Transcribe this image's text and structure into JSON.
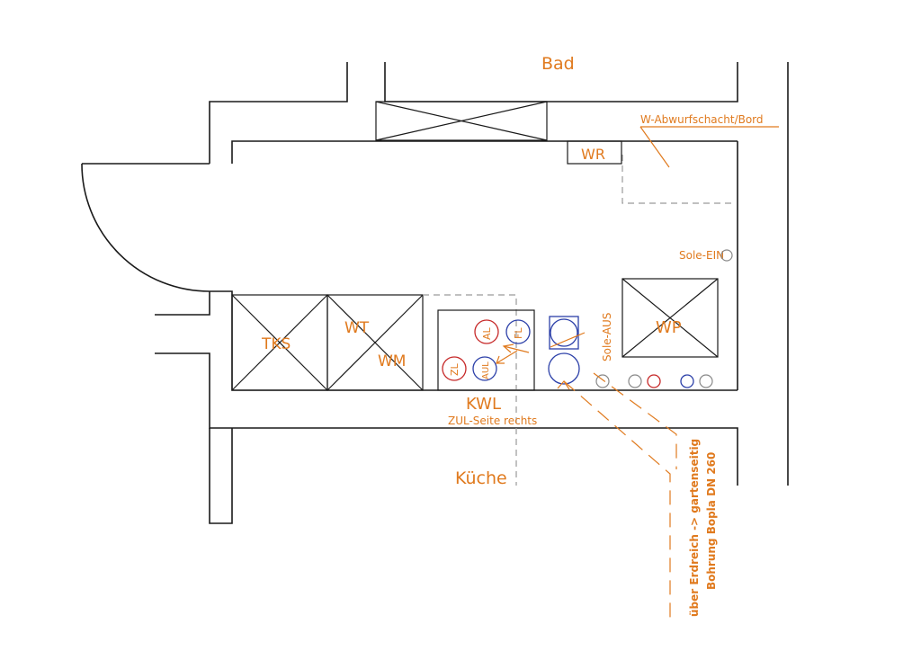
{
  "rooms": {
    "bad": "Bad",
    "kueche": "Küche"
  },
  "shaft_label": "W-Abwurfschacht/Bord",
  "equipment": {
    "wr": "WR",
    "tks": "TKS",
    "wt": "WT",
    "wm": "WM",
    "wp": "WP",
    "kwl": "KWL",
    "kwl_note": "ZUL-Seite rechts"
  },
  "ports": {
    "al": "AL",
    "fl": "FL",
    "zl": "ZL",
    "aul": "AUL"
  },
  "sole": {
    "in": "Sole-EIN",
    "out": "Sole-AUS"
  },
  "duct_note": {
    "line1": "über Erdreich -> gartenseitig",
    "line2": "Bohrung Bopla DN 260"
  },
  "colors": {
    "annotation": "#e07a1e",
    "supply_red": "#c62828",
    "return_blue": "#2b3fa8",
    "walls": "#1a1a1a"
  }
}
